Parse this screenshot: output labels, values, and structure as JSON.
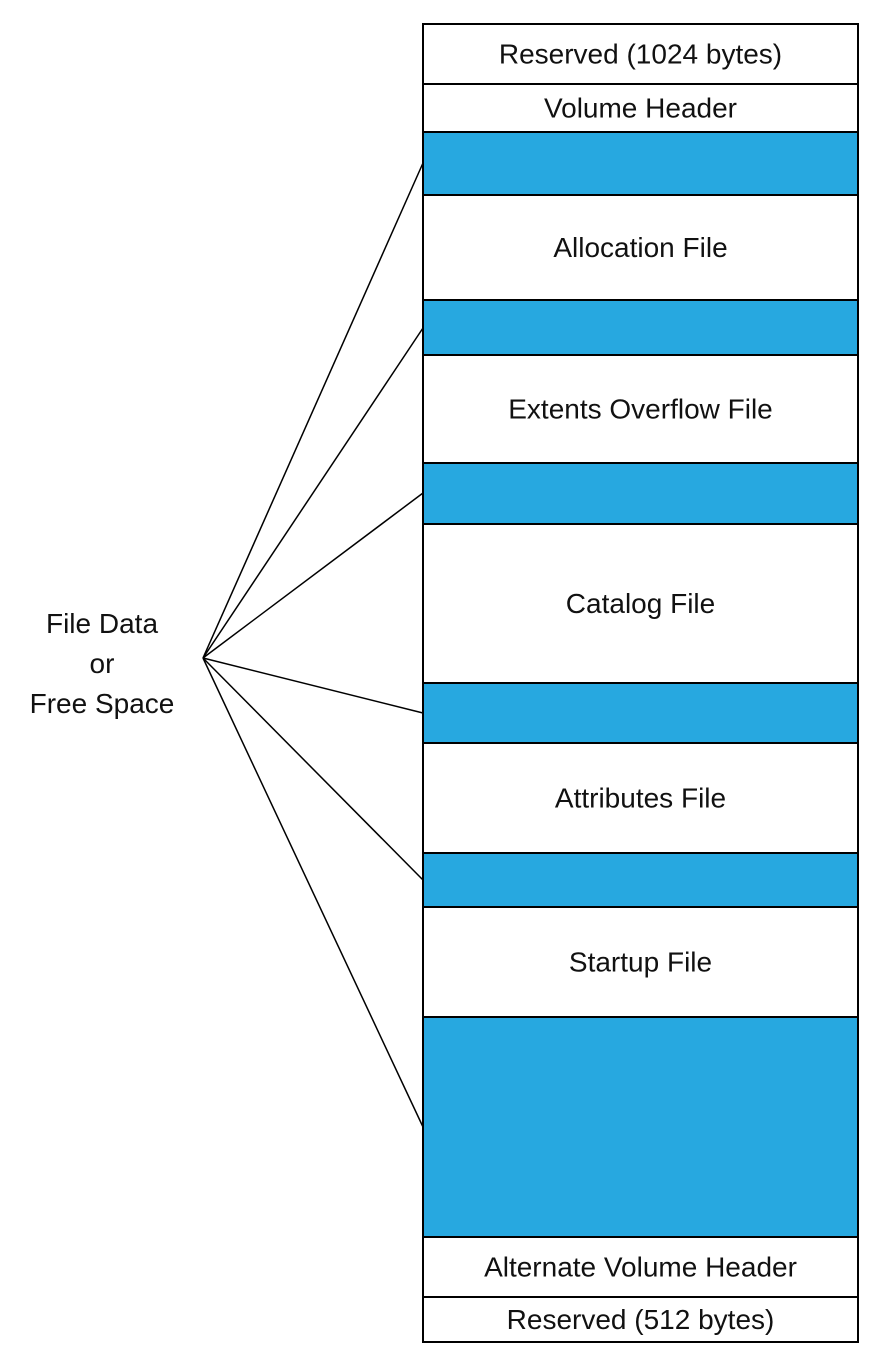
{
  "diagram": {
    "side_label": [
      "File Data",
      "or",
      "Free Space"
    ],
    "segments": [
      {
        "label": "Reserved (1024 bytes)",
        "kind": "structure"
      },
      {
        "label": "Volume Header",
        "kind": "structure"
      },
      {
        "label": "",
        "kind": "data"
      },
      {
        "label": "Allocation File",
        "kind": "structure"
      },
      {
        "label": "",
        "kind": "data"
      },
      {
        "label": "Extents Overflow File",
        "kind": "structure"
      },
      {
        "label": "",
        "kind": "data"
      },
      {
        "label": "Catalog File",
        "kind": "structure"
      },
      {
        "label": "",
        "kind": "data"
      },
      {
        "label": "Attributes File",
        "kind": "structure"
      },
      {
        "label": "",
        "kind": "data"
      },
      {
        "label": "Startup File",
        "kind": "structure"
      },
      {
        "label": "",
        "kind": "data"
      },
      {
        "label": "Alternate Volume Header",
        "kind": "structure"
      },
      {
        "label": "Reserved (512 bytes)",
        "kind": "structure"
      }
    ],
    "colors": {
      "data_fill": "#27a8e0",
      "structure_fill": "#ffffff",
      "stroke": "#000000"
    }
  }
}
